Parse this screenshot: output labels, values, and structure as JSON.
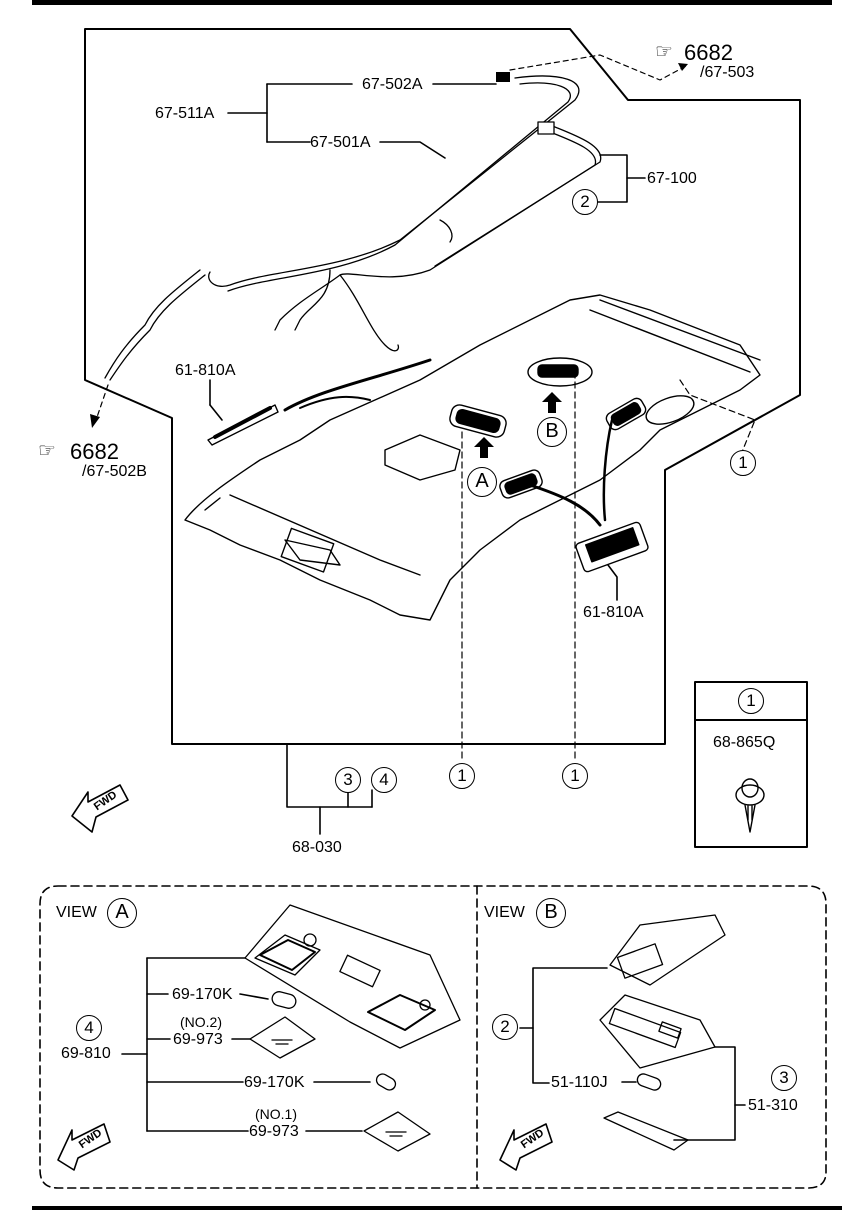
{
  "diagram": {
    "type": "automotive-parts-exploded-view",
    "subject": "roof headliner, wiring harness and interior lamps",
    "main": {
      "harness_group": {
        "group_label": "67-511A",
        "items": [
          "67-502A",
          "67-501A"
        ]
      },
      "harness_67_100": {
        "label": "67-100",
        "callout": "2"
      },
      "reference_top": {
        "hand_icon": "pointing-hand-icon",
        "page": "6682",
        "sub": "/67-503"
      },
      "reference_left": {
        "hand_icon": "pointing-hand-icon",
        "page": "6682",
        "sub": "/67-502B"
      },
      "map_lamp_left": "61-810A",
      "map_lamp_right": "61-810A",
      "view_markers": [
        "A",
        "B"
      ],
      "clip_callouts": [
        "1",
        "1",
        "1"
      ],
      "headliner": {
        "label": "68-030",
        "callouts": [
          "3",
          "4"
        ]
      },
      "fwd_label": "FWD"
    },
    "legend_box": {
      "callout": "1",
      "part": "68-865Q"
    },
    "view_a": {
      "title": "VIEW",
      "marker": "A",
      "assembly": {
        "callout": "4",
        "part": "69-810"
      },
      "items": [
        {
          "part": "69-170K",
          "note": ""
        },
        {
          "part": "69-973",
          "note": "(NO.2)"
        },
        {
          "part": "69-170K",
          "note": ""
        },
        {
          "part": "69-973",
          "note": "(NO.1)"
        }
      ],
      "fwd_label": "FWD"
    },
    "view_b": {
      "title": "VIEW",
      "marker": "B",
      "lamp_callout": "2",
      "bulb": "51-110J",
      "assembly": {
        "callout": "3",
        "part": "51-310"
      },
      "fwd_label": "FWD"
    }
  }
}
